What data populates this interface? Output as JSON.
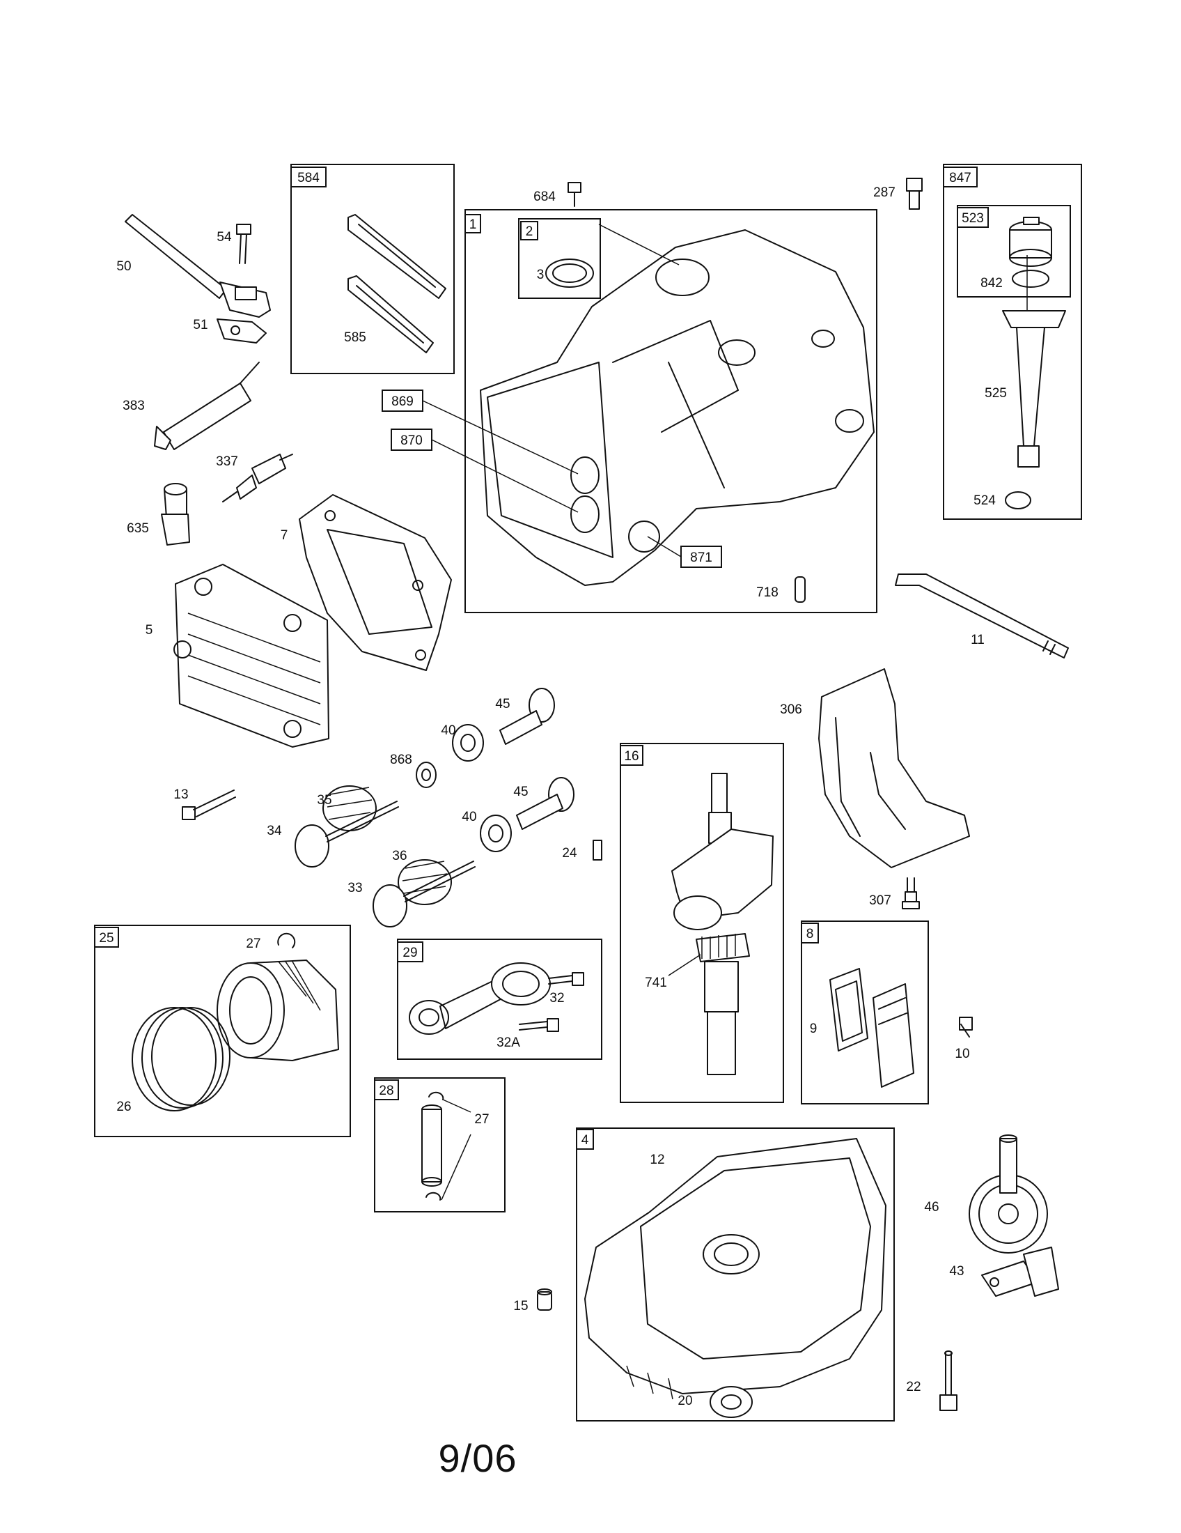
{
  "footer": {
    "date": "9/06"
  },
  "groups": [
    {
      "id": "584",
      "tag": "584"
    },
    {
      "id": "1",
      "tag": "1"
    },
    {
      "id": "2",
      "tag": "2"
    },
    {
      "id": "847",
      "tag": "847"
    },
    {
      "id": "523",
      "tag": "523"
    },
    {
      "id": "16",
      "tag": "16"
    },
    {
      "id": "25",
      "tag": "25"
    },
    {
      "id": "29",
      "tag": "29"
    },
    {
      "id": "28",
      "tag": "28"
    },
    {
      "id": "8",
      "tag": "8"
    },
    {
      "id": "4",
      "tag": "4"
    }
  ],
  "boxed_callouts": [
    {
      "id": "869",
      "text": "869"
    },
    {
      "id": "870",
      "text": "870"
    },
    {
      "id": "871",
      "text": "871"
    }
  ],
  "labels": [
    {
      "id": "50",
      "text": "50"
    },
    {
      "id": "54",
      "text": "54"
    },
    {
      "id": "51",
      "text": "51"
    },
    {
      "id": "585",
      "text": "585"
    },
    {
      "id": "684",
      "text": "684"
    },
    {
      "id": "287",
      "text": "287"
    },
    {
      "id": "3",
      "text": "3"
    },
    {
      "id": "842",
      "text": "842"
    },
    {
      "id": "525",
      "text": "525"
    },
    {
      "id": "524",
      "text": "524"
    },
    {
      "id": "383",
      "text": "383"
    },
    {
      "id": "337",
      "text": "337"
    },
    {
      "id": "635",
      "text": "635"
    },
    {
      "id": "7",
      "text": "7"
    },
    {
      "id": "5",
      "text": "5"
    },
    {
      "id": "718",
      "text": "718"
    },
    {
      "id": "11",
      "text": "11"
    },
    {
      "id": "306",
      "text": "306"
    },
    {
      "id": "45a",
      "text": "45"
    },
    {
      "id": "40a",
      "text": "40"
    },
    {
      "id": "868",
      "text": "868"
    },
    {
      "id": "45b",
      "text": "45"
    },
    {
      "id": "40b",
      "text": "40"
    },
    {
      "id": "13",
      "text": "13"
    },
    {
      "id": "35",
      "text": "35"
    },
    {
      "id": "34",
      "text": "34"
    },
    {
      "id": "36",
      "text": "36"
    },
    {
      "id": "33",
      "text": "33"
    },
    {
      "id": "24",
      "text": "24"
    },
    {
      "id": "307",
      "text": "307"
    },
    {
      "id": "741",
      "text": "741"
    },
    {
      "id": "27a",
      "text": "27"
    },
    {
      "id": "26",
      "text": "26"
    },
    {
      "id": "32",
      "text": "32"
    },
    {
      "id": "32A",
      "text": "32A"
    },
    {
      "id": "9",
      "text": "9"
    },
    {
      "id": "10",
      "text": "10"
    },
    {
      "id": "27b",
      "text": "27"
    },
    {
      "id": "12",
      "text": "12"
    },
    {
      "id": "46",
      "text": "46"
    },
    {
      "id": "43",
      "text": "43"
    },
    {
      "id": "15",
      "text": "15"
    },
    {
      "id": "20",
      "text": "20"
    },
    {
      "id": "22",
      "text": "22"
    }
  ]
}
